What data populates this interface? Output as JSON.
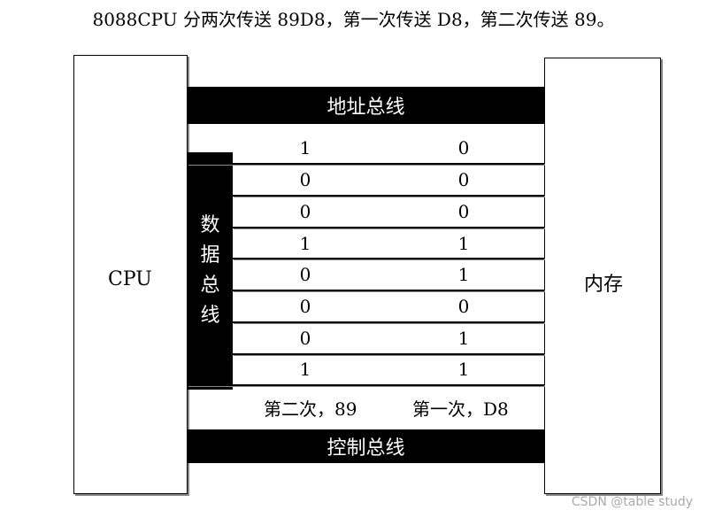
{
  "caption": "8088CPU 分两次传送 89D8，第一次传送 D8，第二次传送 89。",
  "cpu_label": "CPU",
  "memory_label": "内存",
  "address_bus_label": "地址总线",
  "control_bus_label": "控制总线",
  "data_bus_chars": [
    "数",
    "据",
    "总",
    "线"
  ],
  "rows": [
    {
      "second": "1",
      "first": "0"
    },
    {
      "second": "0",
      "first": "0"
    },
    {
      "second": "0",
      "first": "0"
    },
    {
      "second": "1",
      "first": "1"
    },
    {
      "second": "0",
      "first": "1"
    },
    {
      "second": "0",
      "first": "0"
    },
    {
      "second": "0",
      "first": "1"
    },
    {
      "second": "1",
      "first": "1"
    }
  ],
  "second_transfer_label": "第二次，89",
  "first_transfer_label": "第一次，D8",
  "watermark": "CSDN @table study"
}
